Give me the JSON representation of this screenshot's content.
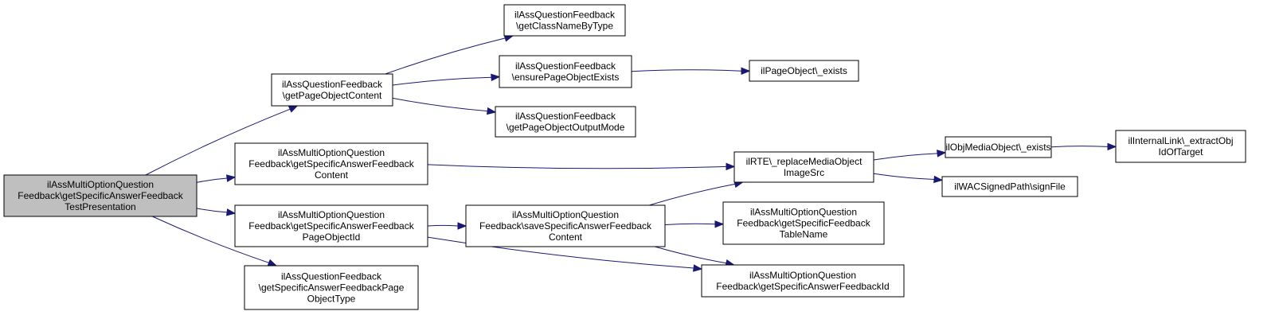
{
  "colors": {
    "edge": "#191970",
    "root_fill": "#bfbfbf",
    "node_fill": "#ffffff",
    "border": "#000000"
  },
  "nodes": [
    {
      "id": "root",
      "lines": [
        "ilAssMultiOptionQuestion",
        "Feedback\\getSpecificAnswerFeedback",
        "TestPresentation"
      ],
      "root": true
    },
    {
      "id": "getPageObjectContent",
      "lines": [
        "ilAssQuestionFeedback",
        "\\getPageObjectContent"
      ]
    },
    {
      "id": "getClassNameByType",
      "lines": [
        "ilAssQuestionFeedback",
        "\\getClassNameByType"
      ]
    },
    {
      "id": "ensurePageObjectExists",
      "lines": [
        "ilAssQuestionFeedback",
        "\\ensurePageObjectExists"
      ]
    },
    {
      "id": "pageObjectExists",
      "lines": [
        "ilPageObject\\_exists"
      ]
    },
    {
      "id": "getPageObjectOutputMode",
      "lines": [
        "ilAssQuestionFeedback",
        "\\getPageObjectOutputMode"
      ]
    },
    {
      "id": "getSpecificAnswerFeedbackContent",
      "lines": [
        "ilAssMultiOptionQuestion",
        "Feedback\\getSpecificAnswerFeedback",
        "Content"
      ]
    },
    {
      "id": "replaceMediaObjectImageSrc",
      "lines": [
        "ilRTE\\_replaceMediaObject",
        "ImageSrc"
      ]
    },
    {
      "id": "mediaObjectExists",
      "lines": [
        "ilObjMediaObject\\_exists"
      ]
    },
    {
      "id": "extractObjIdOfTarget",
      "lines": [
        "ilInternalLink\\_extractObj",
        "IdOfTarget"
      ]
    },
    {
      "id": "signFile",
      "lines": [
        "ilWACSignedPath\\signFile"
      ]
    },
    {
      "id": "getSpecificAnswerFeedbackPageObjectId",
      "lines": [
        "ilAssMultiOptionQuestion",
        "Feedback\\getSpecificAnswerFeedback",
        "PageObjectId"
      ]
    },
    {
      "id": "saveSpecificAnswerFeedbackContent",
      "lines": [
        "ilAssMultiOptionQuestion",
        "Feedback\\saveSpecificAnswerFeedback",
        "Content"
      ]
    },
    {
      "id": "getSpecificFeedbackTableName",
      "lines": [
        "ilAssMultiOptionQuestion",
        "Feedback\\getSpecificFeedback",
        "TableName"
      ]
    },
    {
      "id": "getSpecificAnswerFeedbackId",
      "lines": [
        "ilAssMultiOptionQuestion",
        "Feedback\\getSpecificAnswerFeedbackId"
      ]
    },
    {
      "id": "getSpecificAnswerFeedbackPageObjectType",
      "lines": [
        "ilAssQuestionFeedback",
        "\\getSpecificAnswerFeedbackPage",
        "ObjectType"
      ]
    }
  ],
  "edges": [
    [
      "root",
      "getPageObjectContent"
    ],
    [
      "root",
      "getSpecificAnswerFeedbackContent"
    ],
    [
      "root",
      "getSpecificAnswerFeedbackPageObjectId"
    ],
    [
      "root",
      "getSpecificAnswerFeedbackPageObjectType"
    ],
    [
      "getPageObjectContent",
      "getClassNameByType"
    ],
    [
      "getPageObjectContent",
      "ensurePageObjectExists"
    ],
    [
      "getPageObjectContent",
      "getPageObjectOutputMode"
    ],
    [
      "ensurePageObjectExists",
      "pageObjectExists"
    ],
    [
      "getSpecificAnswerFeedbackContent",
      "replaceMediaObjectImageSrc"
    ],
    [
      "replaceMediaObjectImageSrc",
      "mediaObjectExists"
    ],
    [
      "replaceMediaObjectImageSrc",
      "signFile"
    ],
    [
      "mediaObjectExists",
      "extractObjIdOfTarget"
    ],
    [
      "getSpecificAnswerFeedbackPageObjectId",
      "saveSpecificAnswerFeedbackContent"
    ],
    [
      "getSpecificAnswerFeedbackPageObjectId",
      "getSpecificAnswerFeedbackId"
    ],
    [
      "saveSpecificAnswerFeedbackContent",
      "replaceMediaObjectImageSrc"
    ],
    [
      "saveSpecificAnswerFeedbackContent",
      "getSpecificFeedbackTableName"
    ],
    [
      "saveSpecificAnswerFeedbackContent",
      "getSpecificAnswerFeedbackId"
    ]
  ]
}
